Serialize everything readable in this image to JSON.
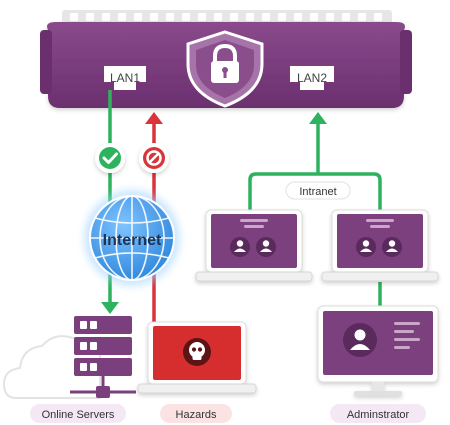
{
  "device": {
    "ports": {
      "lan1": "LAN1",
      "lan2": "LAN2"
    }
  },
  "network": {
    "internet_label": "Internet",
    "intranet_label": "Intranet"
  },
  "captions": {
    "online_servers": "Online Servers",
    "hazards": "Hazards",
    "administrator": "Adminstrator"
  },
  "colors": {
    "device_purple": "#7b3f7e",
    "allowed_green": "#2db35d",
    "blocked_red": "#d8343a",
    "hazard_red": "#d62e2e",
    "globe_blue": "#3d9be9"
  },
  "icons": {
    "allowed": "check-icon",
    "blocked": "no-entry-icon",
    "security": "shield-lock-icon",
    "hazard": "skull-icon"
  }
}
